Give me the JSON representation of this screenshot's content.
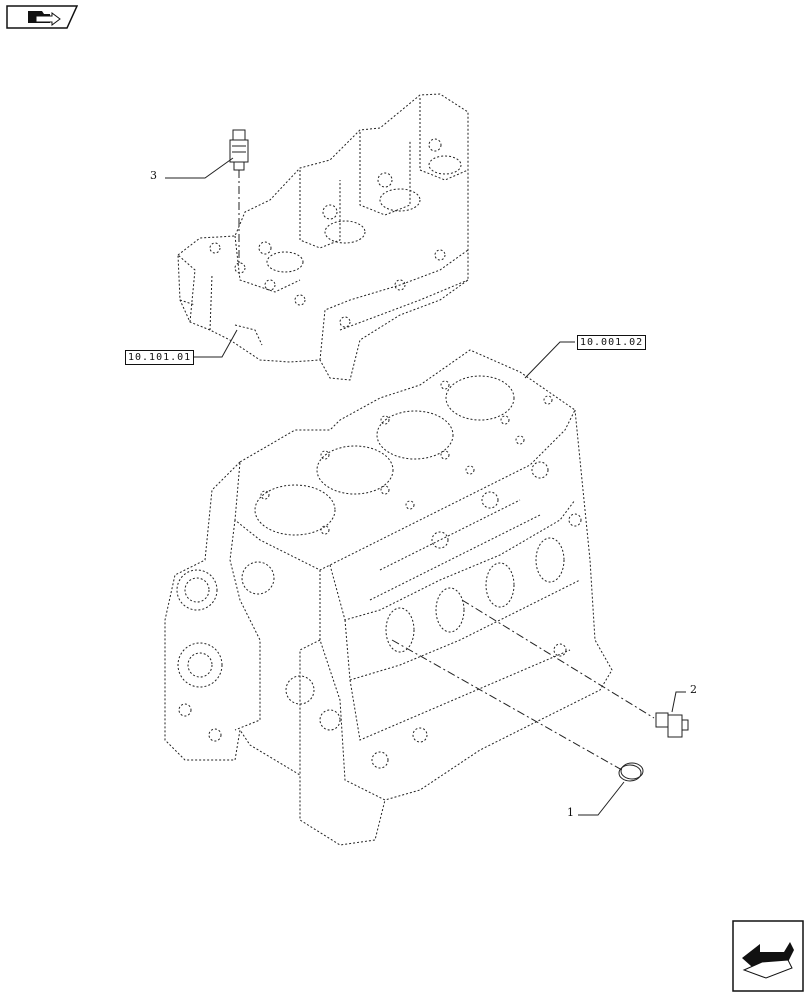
{
  "header": {
    "section_icon": "folder-arrow-icon"
  },
  "references": {
    "cylinder_head": "10.101.01",
    "engine_block": "10.001.02"
  },
  "callouts": {
    "item_1": "1",
    "item_2": "2",
    "item_3": "3"
  },
  "footer": {
    "next_icon": "next-page-arrow-icon"
  }
}
